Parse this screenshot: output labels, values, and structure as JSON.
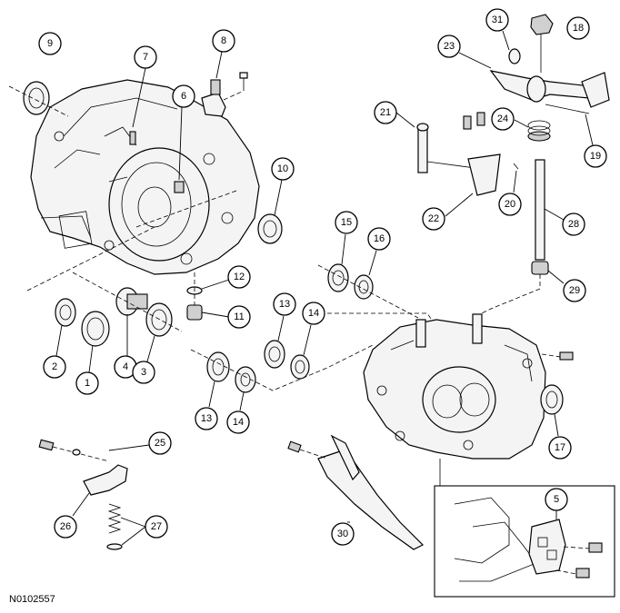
{
  "figure_code": "N0102557",
  "callouts": [
    {
      "id": "c9",
      "label": "9"
    },
    {
      "id": "c7",
      "label": "7"
    },
    {
      "id": "c8",
      "label": "8"
    },
    {
      "id": "c6",
      "label": "6"
    },
    {
      "id": "c10",
      "label": "10"
    },
    {
      "id": "c12",
      "label": "12"
    },
    {
      "id": "c11",
      "label": "11"
    },
    {
      "id": "c2",
      "label": "2"
    },
    {
      "id": "c1",
      "label": "1"
    },
    {
      "id": "c4",
      "label": "4"
    },
    {
      "id": "c3",
      "label": "3"
    },
    {
      "id": "c31",
      "label": "31"
    },
    {
      "id": "c18",
      "label": "18"
    },
    {
      "id": "c23",
      "label": "23"
    },
    {
      "id": "c21",
      "label": "21"
    },
    {
      "id": "c24",
      "label": "24"
    },
    {
      "id": "c19",
      "label": "19"
    },
    {
      "id": "c20",
      "label": "20"
    },
    {
      "id": "c22",
      "label": "22"
    },
    {
      "id": "c28",
      "label": "28"
    },
    {
      "id": "c15",
      "label": "15"
    },
    {
      "id": "c16",
      "label": "16"
    },
    {
      "id": "c29",
      "label": "29"
    },
    {
      "id": "c13a",
      "label": "13"
    },
    {
      "id": "c14a",
      "label": "14"
    },
    {
      "id": "c13b",
      "label": "13"
    },
    {
      "id": "c14b",
      "label": "14"
    },
    {
      "id": "c17",
      "label": "17"
    },
    {
      "id": "c25",
      "label": "25"
    },
    {
      "id": "c26",
      "label": "26"
    },
    {
      "id": "c27",
      "label": "27"
    },
    {
      "id": "c30",
      "label": "30"
    },
    {
      "id": "c5",
      "label": "5"
    }
  ]
}
